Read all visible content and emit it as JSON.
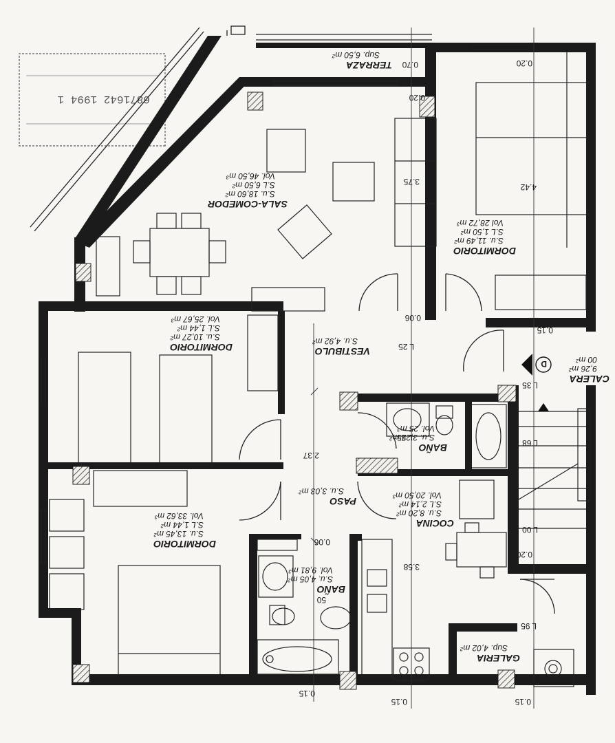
{
  "plan": {
    "stamp": {
      "phone": "6871642 1994 1"
    },
    "rooms": [
      {
        "id": "terraza",
        "name": "TERRAZA",
        "lines": [
          "Sup. 6,50 m²"
        ]
      },
      {
        "id": "sala",
        "name": "SALA-COMEDOR",
        "lines": [
          "S.u. 18,60 m²",
          "S.L 6,50 m²",
          "Vol. 46,50 m³"
        ]
      },
      {
        "id": "dorm-ne",
        "name": "DORMITORIO",
        "lines": [
          "S.u. 11,49 m²",
          "S.L 1,50 m²",
          "Vol 28,72 m³"
        ]
      },
      {
        "id": "dorm-w",
        "name": "DORMITORIO",
        "lines": [
          "S.u. 10,27 m²",
          "S.L 1,44 m²",
          "Vol. 25,67 m³"
        ]
      },
      {
        "id": "vestibulo",
        "name": "VESTIBULO",
        "lines": [
          "S.u. 4,92 m²"
        ]
      },
      {
        "id": "calera",
        "name": "CALERA",
        "lines": [
          "9,26 m²",
          "00 m²"
        ]
      },
      {
        "id": "bano-1",
        "name": "BAÑO",
        "lines": [
          "S.u. 3,25 m²",
          "Vol. 25 m³"
        ]
      },
      {
        "id": "paso",
        "name": "PASO",
        "lines": [
          "S.u. 3,03 m²"
        ]
      },
      {
        "id": "cocina",
        "name": "COCINA",
        "lines": [
          "S.u. 8,20 m²",
          "S.L 2,14 m²",
          "Vol. 20,50 m³"
        ]
      },
      {
        "id": "dorm-sw",
        "name": "DORMITORIO",
        "lines": [
          "S.u. 13,45 m²",
          "S.L 1,44 m²",
          "Vol. 33,62 m³"
        ]
      },
      {
        "id": "bano-2",
        "name": "BAÑO",
        "lines": [
          "S.u. 4,05 m²",
          "Vol. 9,81 m³"
        ]
      },
      {
        "id": "galeria",
        "name": "GALERIA",
        "lines": [
          "Sup. 4,02 m²"
        ]
      }
    ],
    "dimensions": [
      {
        "id": "d-070",
        "text": "0.70"
      },
      {
        "id": "d-020-top",
        "text": "0.20"
      },
      {
        "id": "d-020-terr",
        "text": "0.20"
      },
      {
        "id": "d-375",
        "text": "3.75"
      },
      {
        "id": "d-442",
        "text": "4.42"
      },
      {
        "id": "d-006-a",
        "text": "0.06"
      },
      {
        "id": "d-015-a",
        "text": "0.15"
      },
      {
        "id": "d-L25-a",
        "text": "L 25"
      },
      {
        "id": "d-L35",
        "text": "L 35"
      },
      {
        "id": "d-L25-b",
        "text": "L 25"
      },
      {
        "id": "d-L68",
        "text": "L 68"
      },
      {
        "id": "d-237",
        "text": "2.37"
      },
      {
        "id": "d-006-b",
        "text": "0.06"
      },
      {
        "id": "d-006-c",
        "text": "0.06"
      },
      {
        "id": "d-L00",
        "text": "L 00"
      },
      {
        "id": "d-020-r",
        "text": "0.20"
      },
      {
        "id": "d-358",
        "text": "3.58"
      },
      {
        "id": "d-50",
        "text": "50"
      },
      {
        "id": "d-L95",
        "text": "L 95"
      },
      {
        "id": "d-015-b",
        "text": "0.15"
      },
      {
        "id": "d-015-c",
        "text": "0.15"
      },
      {
        "id": "d-015-d",
        "text": "0.15"
      }
    ],
    "marker": "D"
  }
}
